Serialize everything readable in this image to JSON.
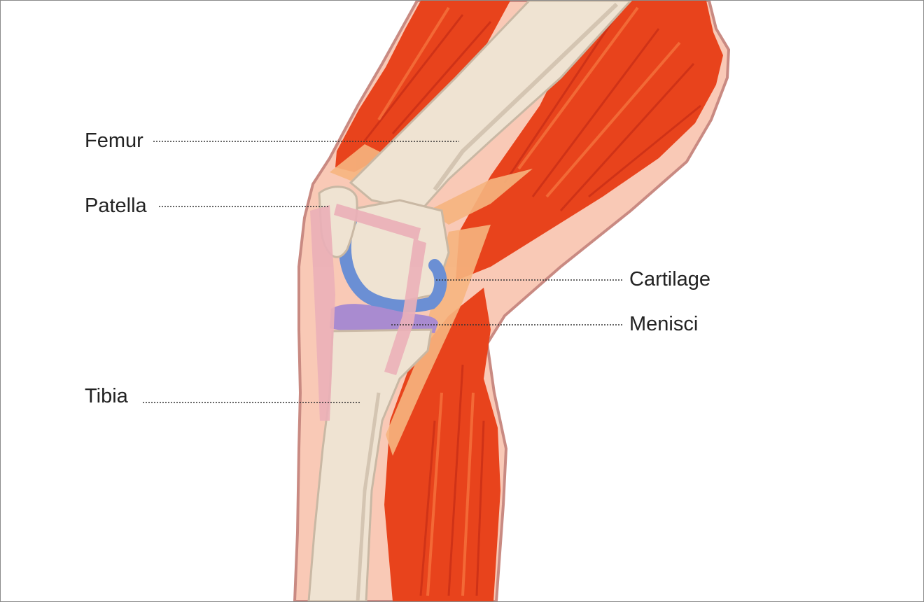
{
  "diagram": {
    "labels": {
      "femur": "Femur",
      "patella": "Patella",
      "cartilage": "Cartilage",
      "menisci": "Menisci",
      "tibia": "Tibia"
    },
    "colors": {
      "skin": "#F9C9B6",
      "skin_outline": "#C98A82",
      "muscle": "#E8431C",
      "muscle_dark": "#C92F16",
      "muscle_light": "#F5733D",
      "tendon": "#F6B57F",
      "bone": "#EFE3D2",
      "bone_shadow": "#C9B8A4",
      "ligament": "#EBB0B8",
      "cartilage": "#6B8FD4",
      "menisci": "#A98BD0",
      "leader_line": "#333333"
    }
  }
}
